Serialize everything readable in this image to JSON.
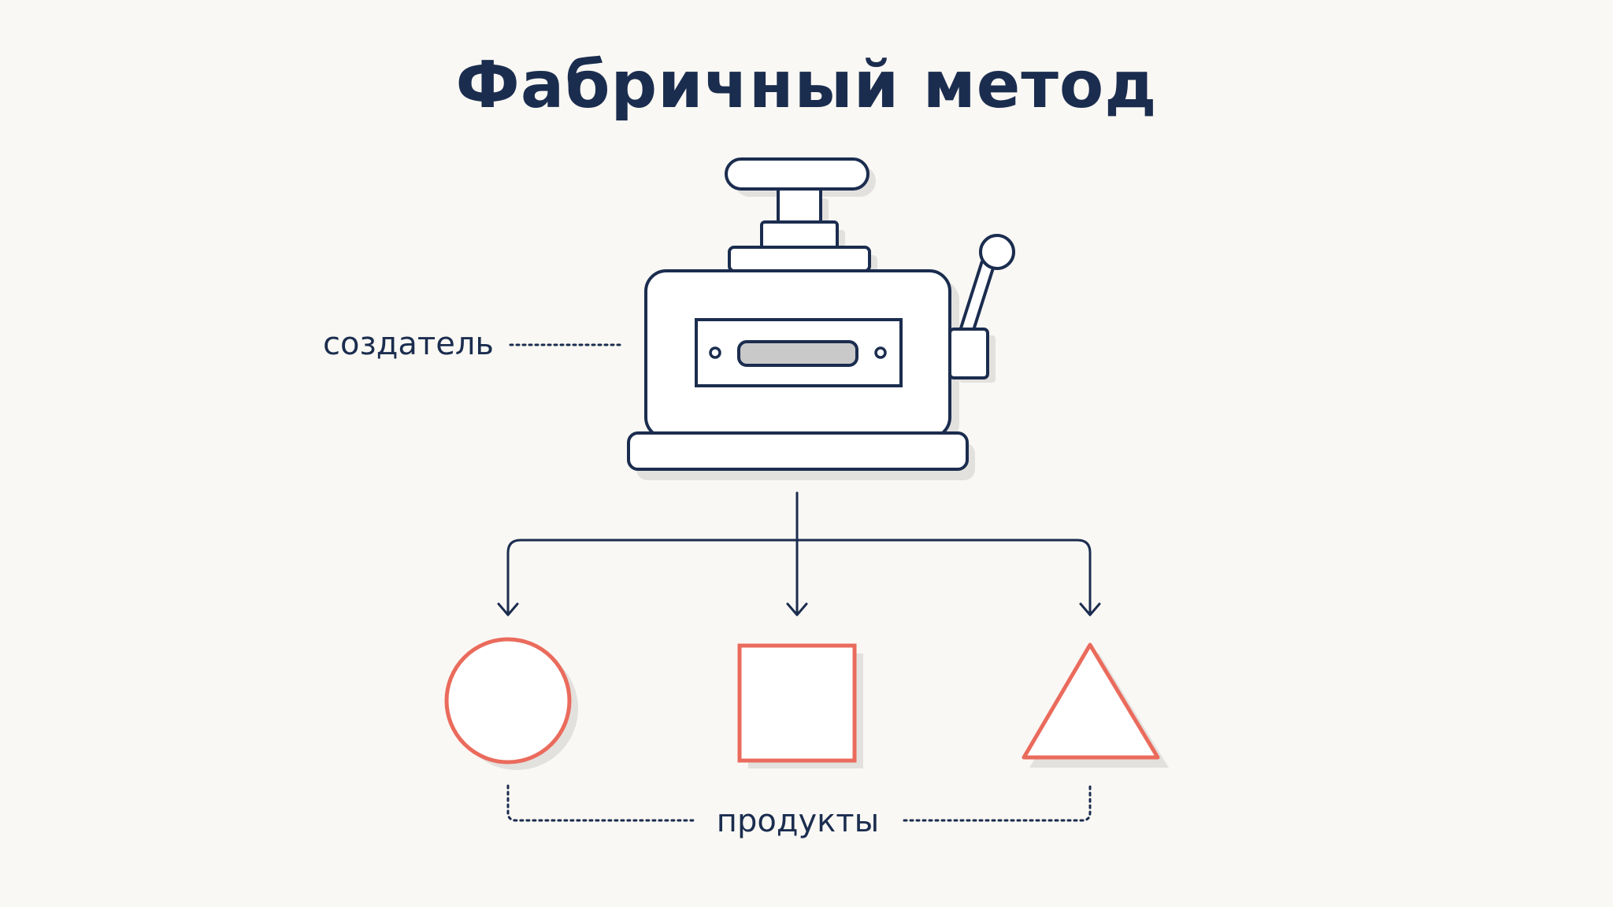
{
  "title": "Фабричный метод",
  "labels": {
    "creator": "создатель",
    "products": "продукты"
  },
  "colors": {
    "background": "#faf8f4",
    "ink": "#1b2d4f",
    "product": "#ea6b5c",
    "shadow": "#e3e1de",
    "slot": "#c9c9c9"
  },
  "icons": {
    "creator": "factory-machine-icon",
    "products": [
      "circle-icon",
      "square-icon",
      "triangle-icon"
    ]
  }
}
